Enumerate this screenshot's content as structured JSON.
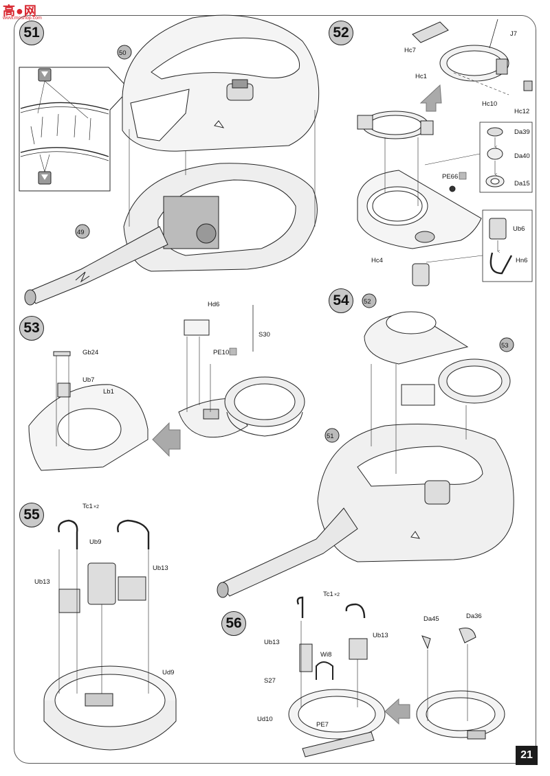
{
  "watermark": {
    "title": "高●网",
    "url": "www.moshop.com"
  },
  "page_number": "21",
  "steps": [
    {
      "number": "51"
    },
    {
      "number": "52"
    },
    {
      "number": "53"
    },
    {
      "number": "54"
    },
    {
      "number": "55"
    },
    {
      "number": "56"
    }
  ],
  "labels": {
    "s51": {
      "sub50": "50",
      "sub49": "49"
    },
    "s52": {
      "hc7": "Hc7",
      "j7": "J7",
      "hc1": "Hc1",
      "hc10": "Hc10",
      "hc12": "Hc12",
      "da39": "Da39",
      "da40": "Da40",
      "da15": "Da15",
      "pe66": "PE66",
      "hc4": "Hc4",
      "ub6": "Ub6",
      "hn6": "Hn6"
    },
    "s53": {
      "gb24": "Gb24",
      "ub7": "Ub7",
      "lb1": "Lb1",
      "hd6": "Hd6",
      "s30": "S30",
      "pe10": "PE10"
    },
    "s54": {
      "sub52": "52",
      "sub53": "53",
      "sub51": "51"
    },
    "s55": {
      "tc1": "Tc1",
      "tc1x": "×2",
      "ub9": "Ub9",
      "ub13a": "Ub13",
      "ub13b": "Ub13",
      "ud9": "Ud9"
    },
    "s56": {
      "tc1": "Tc1",
      "tc1x": "×2",
      "ub13a": "Ub13",
      "ub13b": "Ub13",
      "wi8": "Wi8",
      "s27": "S27",
      "ud10": "Ud10",
      "pe7": "PE7",
      "da45": "Da45",
      "da36": "Da36"
    }
  },
  "icons": [
    "arrow-icon",
    "photo-etch-icon",
    "times-two-icon"
  ]
}
